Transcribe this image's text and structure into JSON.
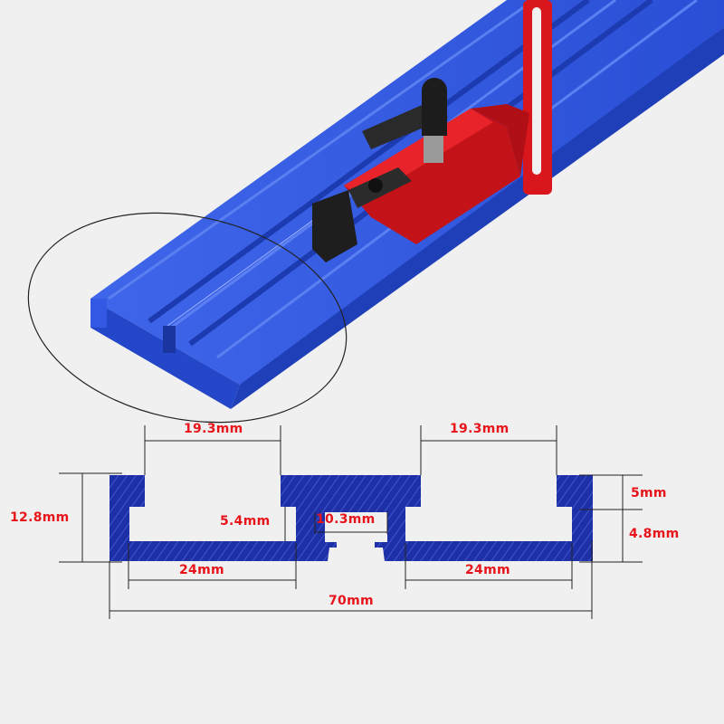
{
  "photo": {
    "subject": "Blue aluminum T-track rail with red miter stop block and black clamp handle",
    "colors": {
      "rail": "#2f55e0",
      "stop": "#d8161b",
      "clamp": "#1c1c1c",
      "background": "#f0f0f0"
    },
    "annotation": "ellipse highlighting rail end profile"
  },
  "profile": {
    "color": "#1e30a8",
    "dimensions": {
      "left_top_opening": "19.3mm",
      "right_top_opening": "19.3mm",
      "total_height": "12.8mm",
      "inner_step": "5.4mm",
      "center_slot": "10.3mm",
      "top_lip": "5mm",
      "lower_height": "4.8mm",
      "left_channel_width": "24mm",
      "right_channel_width": "24mm",
      "overall_width": "70mm"
    },
    "label_color": "#e8141b"
  }
}
